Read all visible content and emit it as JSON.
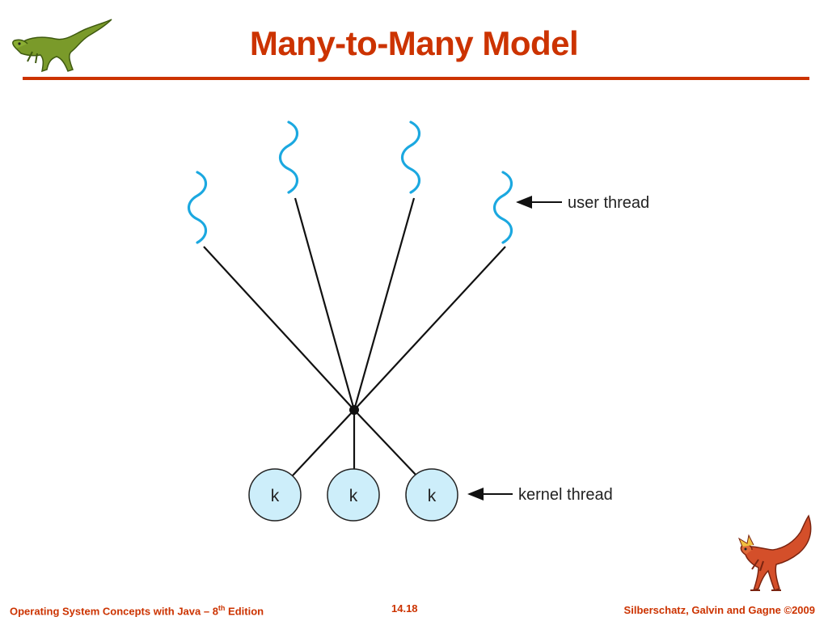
{
  "slide": {
    "title": "Many-to-Many Model",
    "accent_color": "#cc3300"
  },
  "diagram": {
    "user_thread_label": "user thread",
    "kernel_thread_label": "kernel thread",
    "kernel_node_label": "k",
    "user_thread_count": 4,
    "kernel_thread_count": 3,
    "thread_color": "#1ba8e0",
    "kernel_fill": "#cdeefa"
  },
  "footer": {
    "left_prefix": "Operating System Concepts with Java – 8",
    "left_sup": "th",
    "left_suffix": " Edition",
    "page": "14.18",
    "right": "Silberschatz, Galvin and Gagne ©2009"
  },
  "icons": {
    "top_left": "green-dinosaur-icon",
    "bottom_right": "red-dinosaur-icon"
  }
}
